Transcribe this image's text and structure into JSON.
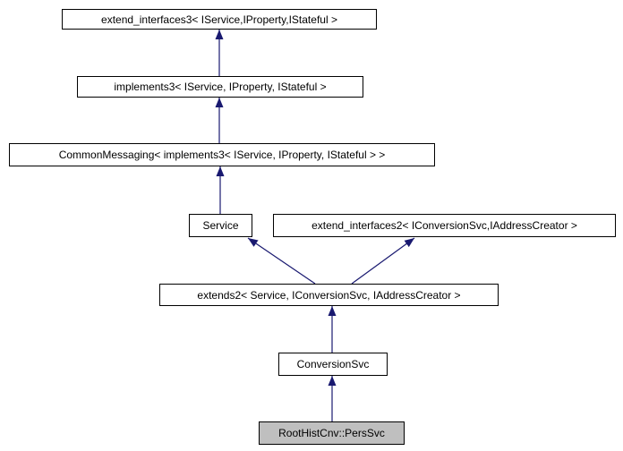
{
  "diagram": {
    "kind": "class-inheritance-graph",
    "colors": {
      "arrow": "#191970",
      "node_border": "#000000",
      "node_fill": "#ffffff",
      "highlight_fill": "#bfbfbf",
      "text": "#000000",
      "background": "#ffffff"
    },
    "nodes": [
      {
        "id": "extend_interfaces3",
        "label": "extend_interfaces3< IService,IProperty,IStateful >",
        "highlighted": false
      },
      {
        "id": "implements3",
        "label": "implements3< IService, IProperty, IStateful >",
        "highlighted": false
      },
      {
        "id": "common_messaging",
        "label": "CommonMessaging< implements3< IService, IProperty, IStateful > >",
        "highlighted": false
      },
      {
        "id": "service",
        "label": "Service",
        "highlighted": false
      },
      {
        "id": "extend_interfaces2",
        "label": "extend_interfaces2< IConversionSvc,IAddressCreator >",
        "highlighted": false
      },
      {
        "id": "extends2",
        "label": "extends2< Service, IConversionSvc, IAddressCreator >",
        "highlighted": false
      },
      {
        "id": "conversion_svc",
        "label": "ConversionSvc",
        "highlighted": false
      },
      {
        "id": "pers_svc",
        "label": "RootHistCnv::PersSvc",
        "highlighted": true
      }
    ],
    "edges": [
      {
        "from": "implements3",
        "to": "extend_interfaces3"
      },
      {
        "from": "common_messaging",
        "to": "implements3"
      },
      {
        "from": "service",
        "to": "common_messaging"
      },
      {
        "from": "extends2",
        "to": "service"
      },
      {
        "from": "extends2",
        "to": "extend_interfaces2"
      },
      {
        "from": "conversion_svc",
        "to": "extends2"
      },
      {
        "from": "pers_svc",
        "to": "conversion_svc"
      }
    ]
  }
}
